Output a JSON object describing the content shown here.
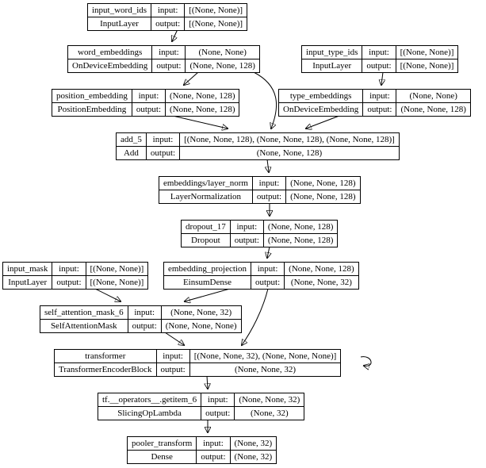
{
  "labels": {
    "input": "input:",
    "output": "output:"
  },
  "nodes": [
    {
      "id": "input_word_ids",
      "name": "input_word_ids",
      "layer_class": "InputLayer",
      "input_shape": "[(None, None)]",
      "output_shape": "[(None, None)]"
    },
    {
      "id": "word_embeddings",
      "name": "word_embeddings",
      "layer_class": "OnDeviceEmbedding",
      "input_shape": "(None, None)",
      "output_shape": "(None, None, 128)"
    },
    {
      "id": "input_type_ids",
      "name": "input_type_ids",
      "layer_class": "InputLayer",
      "input_shape": "[(None, None)]",
      "output_shape": "[(None, None)]"
    },
    {
      "id": "position_embedding",
      "name": "position_embedding",
      "layer_class": "PositionEmbedding",
      "input_shape": "(None, None, 128)",
      "output_shape": "(None, None, 128)"
    },
    {
      "id": "type_embeddings",
      "name": "type_embeddings",
      "layer_class": "OnDeviceEmbedding",
      "input_shape": "(None, None)",
      "output_shape": "(None, None, 128)"
    },
    {
      "id": "add_5",
      "name": "add_5",
      "layer_class": "Add",
      "input_shape": "[(None, None, 128), (None, None, 128), (None, None, 128)]",
      "output_shape": "(None, None, 128)"
    },
    {
      "id": "embeddings_layer_norm",
      "name": "embeddings/layer_norm",
      "layer_class": "LayerNormalization",
      "input_shape": "(None, None, 128)",
      "output_shape": "(None, None, 128)"
    },
    {
      "id": "dropout_17",
      "name": "dropout_17",
      "layer_class": "Dropout",
      "input_shape": "(None, None, 128)",
      "output_shape": "(None, None, 128)"
    },
    {
      "id": "input_mask",
      "name": "input_mask",
      "layer_class": "InputLayer",
      "input_shape": "[(None, None)]",
      "output_shape": "[(None, None)]"
    },
    {
      "id": "embedding_projection",
      "name": "embedding_projection",
      "layer_class": "EinsumDense",
      "input_shape": "(None, None, 128)",
      "output_shape": "(None, None, 32)"
    },
    {
      "id": "self_attention_mask_6",
      "name": "self_attention_mask_6",
      "layer_class": "SelfAttentionMask",
      "input_shape": "(None, None, 32)",
      "output_shape": "(None, None, None)"
    },
    {
      "id": "transformer",
      "name": "transformer",
      "layer_class": "TransformerEncoderBlock",
      "input_shape": "[(None, None, 32), (None, None, None)]",
      "output_shape": "(None, None, 32)"
    },
    {
      "id": "tf_operators_getitem_6",
      "name": "tf.__operators__.getitem_6",
      "layer_class": "SlicingOpLambda",
      "input_shape": "(None, None, 32)",
      "output_shape": "(None, 32)"
    },
    {
      "id": "pooler_transform",
      "name": "pooler_transform",
      "layer_class": "Dense",
      "input_shape": "(None, 32)",
      "output_shape": "(None, 32)"
    }
  ],
  "edges": [
    {
      "from": "input_word_ids",
      "to": "word_embeddings"
    },
    {
      "from": "input_type_ids",
      "to": "type_embeddings"
    },
    {
      "from": "word_embeddings",
      "to": "position_embedding"
    },
    {
      "from": "word_embeddings",
      "to": "add_5"
    },
    {
      "from": "position_embedding",
      "to": "add_5"
    },
    {
      "from": "type_embeddings",
      "to": "add_5"
    },
    {
      "from": "add_5",
      "to": "embeddings_layer_norm"
    },
    {
      "from": "embeddings_layer_norm",
      "to": "dropout_17"
    },
    {
      "from": "dropout_17",
      "to": "embedding_projection"
    },
    {
      "from": "input_mask",
      "to": "self_attention_mask_6"
    },
    {
      "from": "embedding_projection",
      "to": "self_attention_mask_6"
    },
    {
      "from": "embedding_projection",
      "to": "transformer"
    },
    {
      "from": "self_attention_mask_6",
      "to": "transformer"
    },
    {
      "from": "transformer",
      "to": "transformer"
    },
    {
      "from": "transformer",
      "to": "tf_operators_getitem_6"
    },
    {
      "from": "tf_operators_getitem_6",
      "to": "pooler_transform"
    }
  ]
}
